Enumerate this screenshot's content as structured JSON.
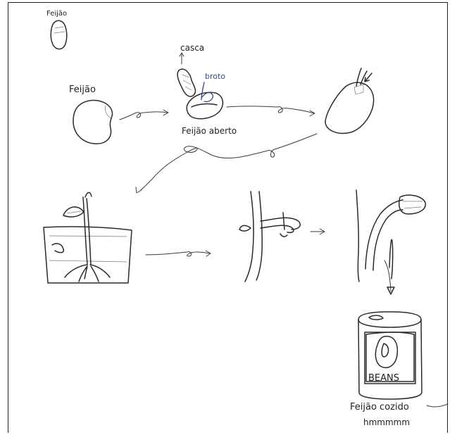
{
  "labels": {
    "small_bean": "Feijão",
    "bean": "Feijão",
    "shell": "casca",
    "sprout": "broto",
    "open_bean": "Feijão aberto",
    "can_label": "BEANS",
    "cooked_bean": "Feijão cozido",
    "yum": "hmmmmm"
  },
  "colors": {
    "ink": "#2a2a2a",
    "sprout_ink": "#3a4c90",
    "background": "#ffffff"
  },
  "icons": [
    "bean-icon",
    "shell-icon",
    "sprout-icon",
    "arrow-icon",
    "plant-icon",
    "can-icon"
  ]
}
